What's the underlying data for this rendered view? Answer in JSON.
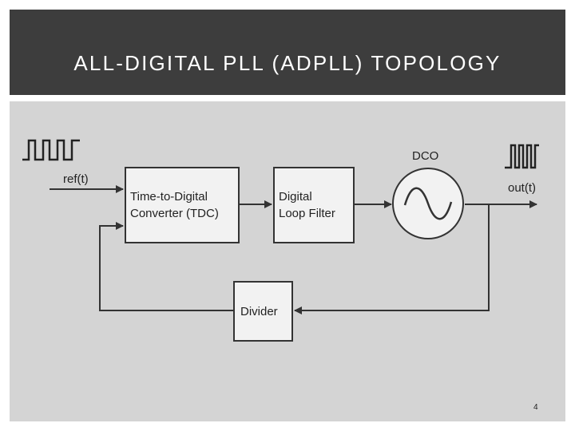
{
  "slide": {
    "title": "ALL-DIGITAL PLL (ADPLL) TOPOLOGY",
    "page_number": "4"
  },
  "diagram": {
    "input_label": "ref(t)",
    "output_label": "out(t)",
    "dco_label": "DCO",
    "tdc_line1": "Time-to-Digital",
    "tdc_line2": "Converter (TDC)",
    "filter_line1": "Digital",
    "filter_line2": "Loop Filter",
    "divider_label": "Divider"
  },
  "colors": {
    "header_background": "#3d3d3d",
    "content_background": "#d4d4d4",
    "block_fill": "#f2f2f2",
    "line": "#333333"
  },
  "icons": {
    "input_waveform": "square-wave-icon",
    "output_waveform": "square-wave-icon",
    "oscillator": "sine-wave-icon"
  }
}
